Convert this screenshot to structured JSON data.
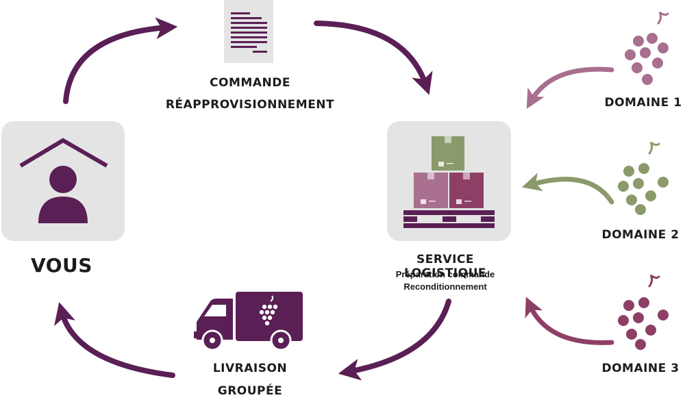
{
  "colors": {
    "primary": "#5a1f54",
    "domain1": "#a86f8e",
    "domain2": "#8a9a6a",
    "domain3": "#8e3f66",
    "box_bg": "#e4e4e4"
  },
  "nodes": {
    "order": {
      "line1": "COMMANDE",
      "line2": "RÉAPPROVISIONNEMENT",
      "icon": "document-icon"
    },
    "you": {
      "label": "VOUS",
      "icon": "house-person-icon"
    },
    "logistics": {
      "title": "SERVICE LOGISTIQUE",
      "sub1": "Préparation commande",
      "sub2": "Reconditionnement",
      "icon": "pallet-boxes-icon"
    },
    "delivery": {
      "line1": "LIVRAISON",
      "line2": "GROUPÉE",
      "icon": "truck-icon"
    }
  },
  "domains": [
    {
      "label": "DOMAINE 1",
      "icon": "grapes-icon"
    },
    {
      "label": "DOMAINE 2",
      "icon": "grapes-icon"
    },
    {
      "label": "DOMAINE 3",
      "icon": "grapes-icon"
    }
  ]
}
